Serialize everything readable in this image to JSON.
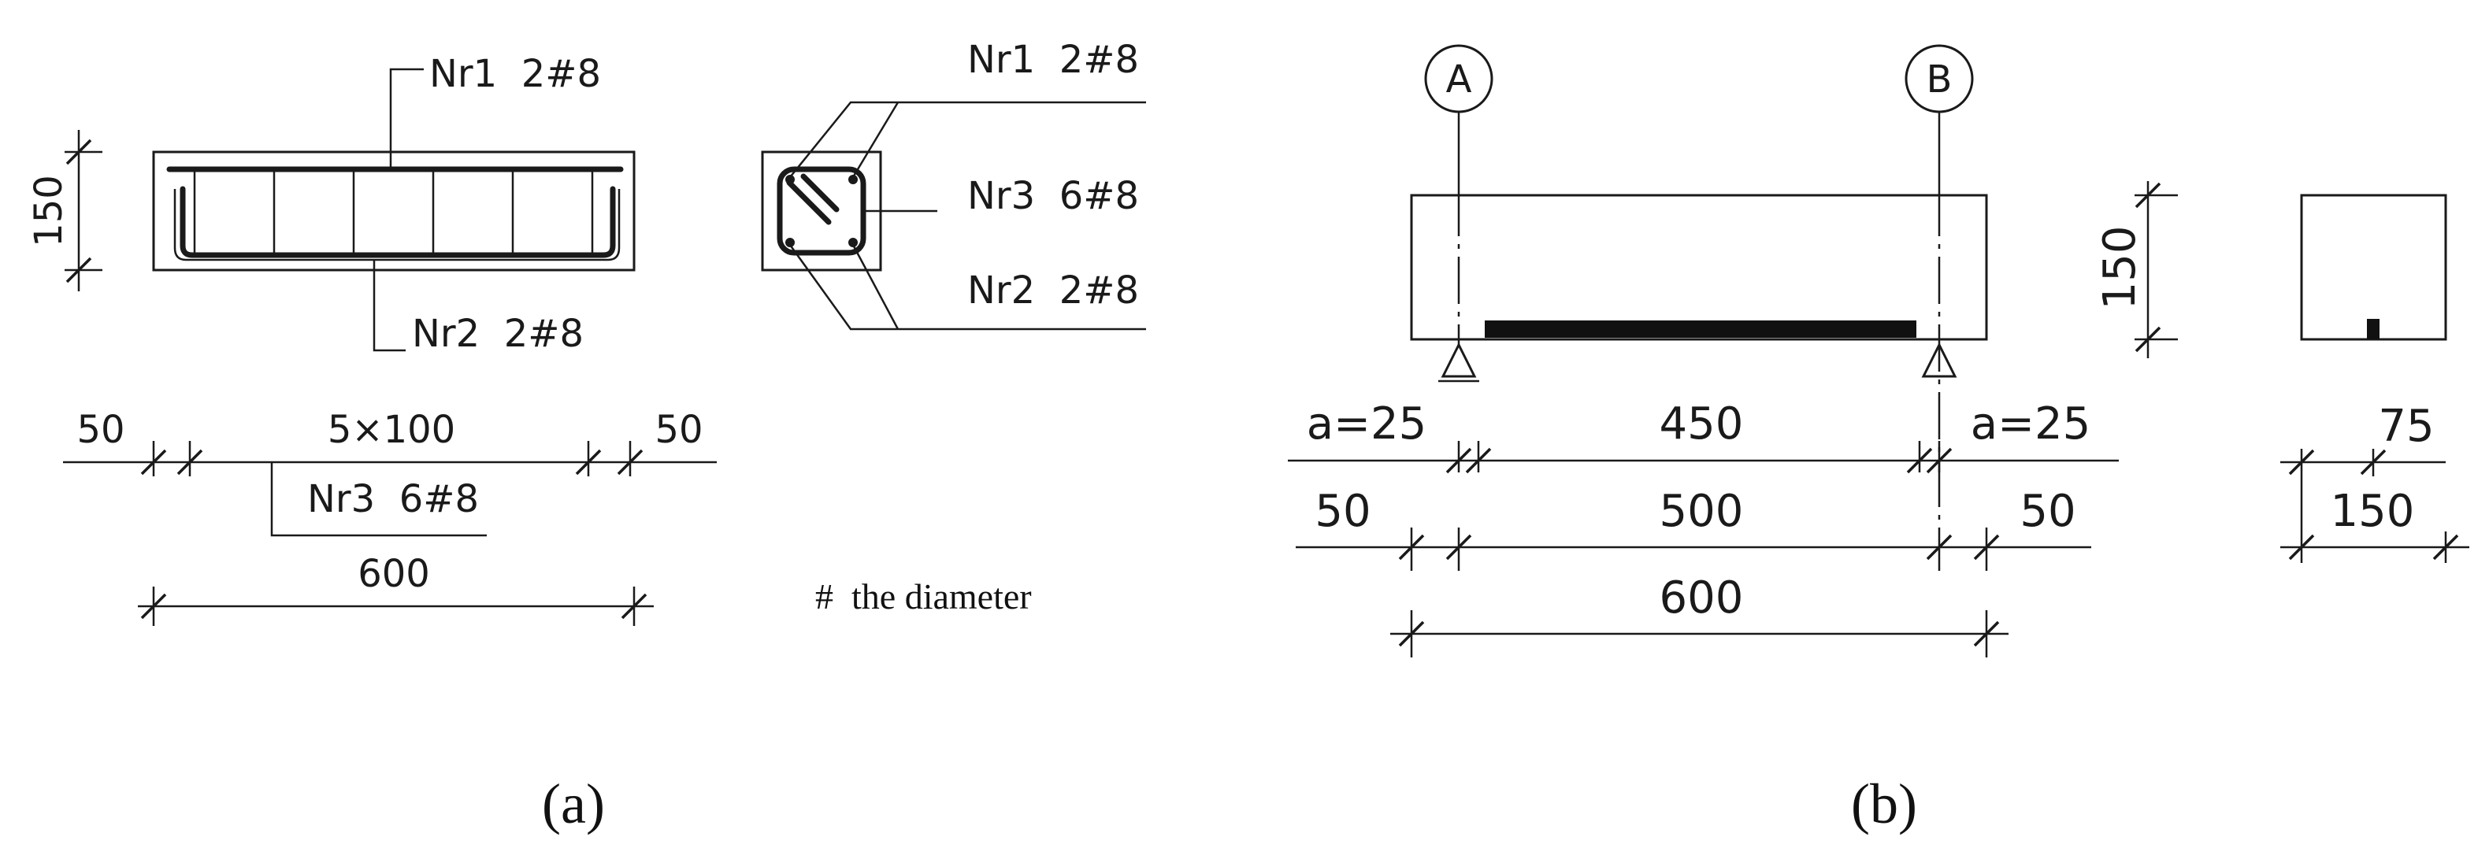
{
  "panel_a": {
    "label": "(a)",
    "beam_elevation": {
      "top_bar_callout": "Nr1  2#8",
      "bottom_bar_callout": "Nr2  2#8",
      "height_dim": "150"
    },
    "dims": {
      "left_cover": "50",
      "stirrup_spacing": "5×100",
      "right_cover": "50",
      "stirrup_callout": "Nr3  6#8",
      "total_length": "600"
    },
    "section_callouts": {
      "top": "Nr1  2#8",
      "middle": "Nr3  6#8",
      "bottom": "Nr2  2#8"
    },
    "note": "#  the diameter"
  },
  "panel_b": {
    "label": "(b)",
    "axis_a": "A",
    "axis_b": "B",
    "height_dim": "150",
    "dims_row1": {
      "left": "a=25",
      "center": "450",
      "right": "a=25"
    },
    "dims_row2": {
      "left": "50",
      "center": "500",
      "right": "50"
    },
    "dims_row3": {
      "total": "600"
    },
    "section_dims": {
      "half_width": "75",
      "width": "150"
    }
  }
}
